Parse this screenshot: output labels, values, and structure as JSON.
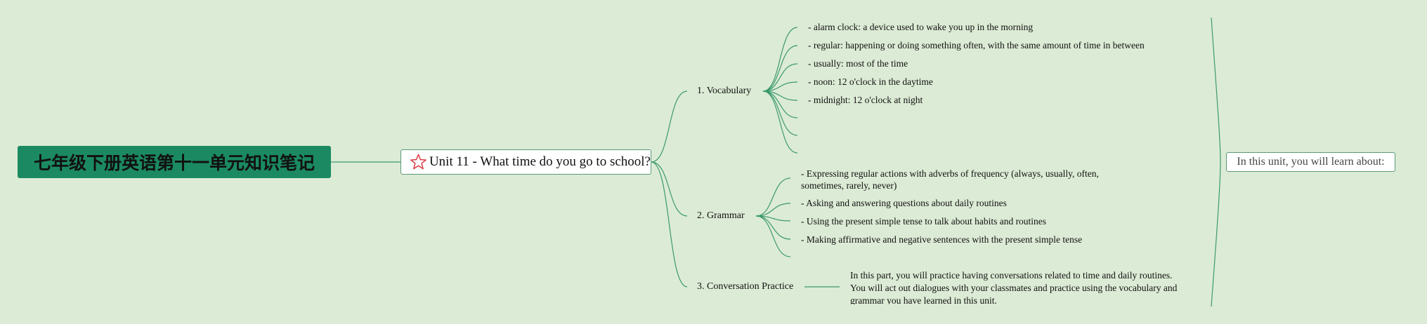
{
  "root": {
    "title": "七年级下册英语第十一单元知识笔记"
  },
  "unit": {
    "title": "Unit 11 - What time do you go to school?",
    "icon": "star-icon"
  },
  "intro": {
    "text": "In this unit, you will learn about:"
  },
  "branches": {
    "vocabulary": {
      "label": "1. Vocabulary",
      "items": [
        "- alarm clock: a device used to wake you up in the morning",
        "- regular: happening or doing something often, with the same amount of time in between",
        "- usually: most of the time",
        "- noon: 12 o'clock in the daytime",
        "- midnight: 12 o'clock at night"
      ]
    },
    "grammar": {
      "label": "2. Grammar",
      "first_line_1": "- Expressing regular actions with adverbs of frequency (always, usually, often,",
      "first_line_2": "sometimes, rarely, never)",
      "items": [
        "- Asking and answering questions about daily routines",
        "- Using the present simple tense to talk about habits and routines",
        "- Making affirmative and negative sentences with the present simple tense"
      ]
    },
    "conversation": {
      "label": "3. Conversation Practice",
      "line_1": "In this part, you will practice having conversations related to time and daily routines.",
      "line_2": "You will act out dialogues with your classmates and practice using the vocabulary and",
      "line_3": "grammar you have learned in this unit."
    }
  },
  "colors": {
    "background": "#dcebd5",
    "root_fill": "#1b8a62",
    "connector": "#3c9a6e",
    "star": "#d9363e"
  }
}
